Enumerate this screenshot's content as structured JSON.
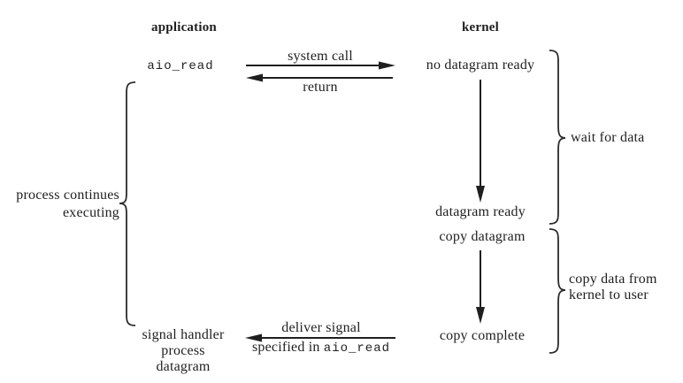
{
  "diagram": {
    "headers": {
      "application": "application",
      "kernel": "kernel"
    },
    "application_side": {
      "aio_read_call": "aio_read",
      "brace_label_line1": "process continues",
      "brace_label_line2": "executing",
      "handler_line1": "signal handler",
      "handler_line2": "process",
      "handler_line3": "datagram"
    },
    "kernel_side": {
      "no_datagram_ready": "no datagram ready",
      "datagram_ready": "datagram ready",
      "copy_datagram": "copy datagram",
      "copy_complete": "copy complete",
      "wait_brace_label": "wait for data",
      "copy_brace_label_line1": "copy data from",
      "copy_brace_label_line2": "kernel to user"
    },
    "arrows": {
      "system_call": "system call",
      "return": "return",
      "deliver_signal_line1": "deliver signal",
      "deliver_signal_line2_prefix": "specified in ",
      "deliver_signal_line2_code": "aio_read"
    },
    "colors": {
      "ink": "#1f1f1f",
      "background": "#ffffff"
    }
  }
}
